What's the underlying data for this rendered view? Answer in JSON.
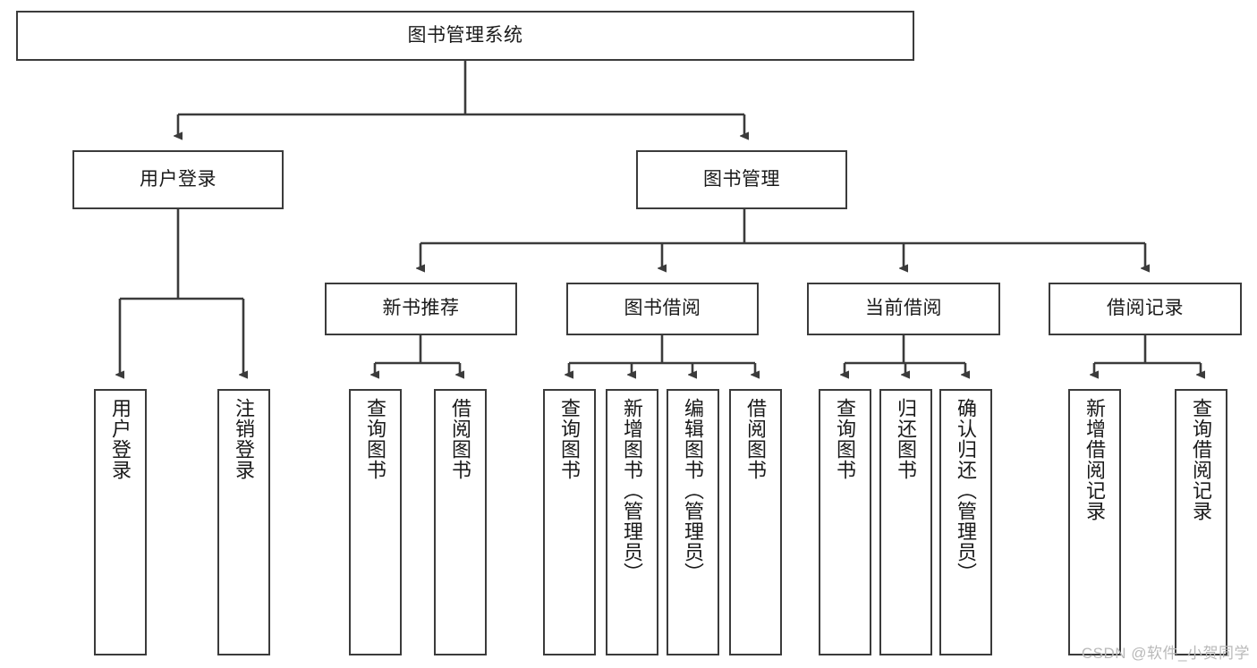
{
  "diagram": {
    "title_node": {
      "label": "图书管理系统"
    },
    "level2": [
      {
        "label": "用户登录"
      },
      {
        "label": "图书管理"
      }
    ],
    "level3": [
      {
        "label": "新书推荐"
      },
      {
        "label": "图书借阅"
      },
      {
        "label": "当前借阅"
      },
      {
        "label": "借阅记录"
      }
    ],
    "leaves": {
      "user_login": [
        {
          "label": "用户登录"
        },
        {
          "label": "注销登录"
        }
      ],
      "new_book_recommend": [
        {
          "label": "查询图书"
        },
        {
          "label": "借阅图书"
        }
      ],
      "book_borrow": [
        {
          "label": "查询图书"
        },
        {
          "label": "新增图书（管理员）"
        },
        {
          "label": "编辑图书（管理员）"
        },
        {
          "label": "借阅图书"
        }
      ],
      "current_borrow": [
        {
          "label": "查询图书"
        },
        {
          "label": "归还图书"
        },
        {
          "label": "确认归还（管理员）"
        }
      ],
      "borrow_record": [
        {
          "label": "新增借阅记录"
        },
        {
          "label": "查询借阅记录"
        }
      ]
    },
    "watermark": "CSDN @软件_小贺同学",
    "colors": {
      "stroke": "#3b3b3b",
      "background": "#ffffff",
      "text": "#1a1a1a",
      "watermark": "#b9b9b9"
    }
  }
}
